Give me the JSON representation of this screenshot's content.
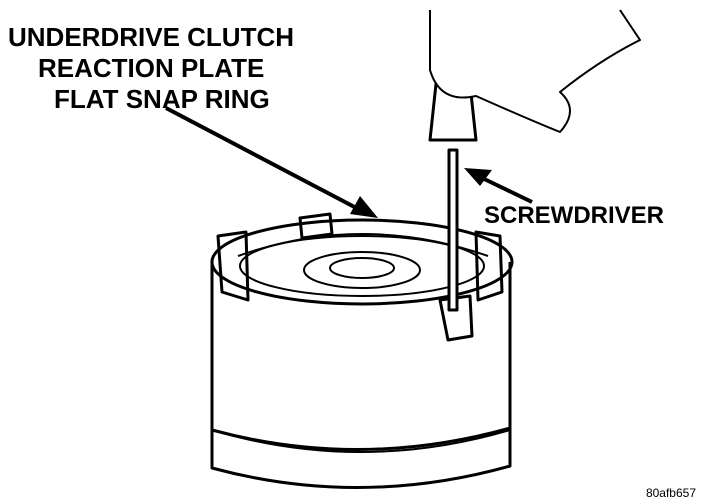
{
  "callouts": {
    "snap_ring": [
      "UNDERDRIVE CLUTCH",
      "REACTION PLATE",
      "FLAT SNAP RING"
    ],
    "screwdriver": "SCREWDRIVER"
  },
  "figure_id": "80afb657",
  "colors": {
    "ink": "#000000",
    "paper": "#ffffff"
  }
}
